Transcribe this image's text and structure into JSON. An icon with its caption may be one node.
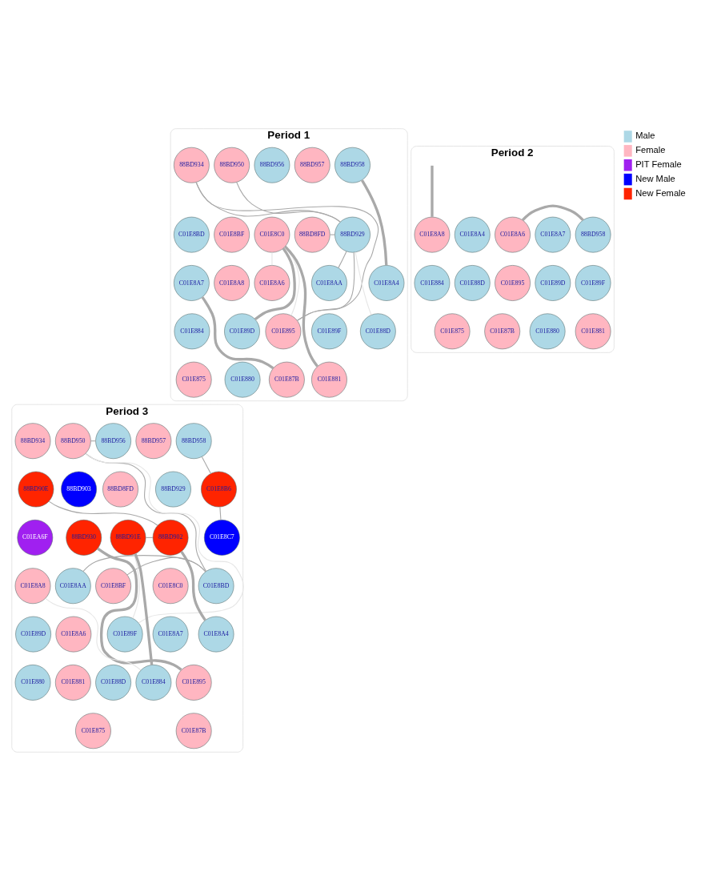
{
  "diagram": {
    "nodes": [
      {
        "text": [
          "Period 1"
        ]
      },
      {
        "text": [
          "88BD958"
        ],
        "in": 0
      },
      {
        "text": [
          "88BD957"
        ],
        "in": 0
      },
      {
        "text": [
          "88BD956"
        ],
        "in": 0
      },
      {
        "text": [
          "88BD950"
        ],
        "in": 0
      },
      {
        "text": [
          "88BD934"
        ],
        "in": 0
      },
      {
        "text": [
          "88BD929"
        ],
        "in": 0
      },
      {
        "text": [
          "88BD8FD"
        ],
        "in": 0
      },
      {
        "text": [
          "C01E8C0"
        ],
        "in": 0
      },
      {
        "text": [
          "C01E8BF"
        ],
        "in": 0
      },
      {
        "text": [
          "C01E8BD"
        ],
        "in": 0
      },
      {
        "text": [
          "C01E8AA"
        ],
        "in": 0
      },
      {
        "text": [
          "C01E8A8"
        ],
        "in": 0
      },
      {
        "text": [
          "C01E8A7"
        ],
        "in": 0
      },
      {
        "text": [
          "C01E8A6"
        ],
        "in": 0
      },
      {
        "text": [
          "C01E8A4"
        ],
        "in": 0
      },
      {
        "text": [
          "C01E89F"
        ],
        "in": 0
      },
      {
        "text": [
          "C01E89D"
        ],
        "in": 0
      },
      {
        "text": [
          "C01E895"
        ],
        "in": 0
      },
      {
        "text": [
          "C01E88D"
        ],
        "in": 0
      },
      {
        "text": [
          "C01E884"
        ],
        "in": 0
      },
      {
        "text": [
          "C01E881"
        ],
        "in": 0
      },
      {
        "text": [
          "C01E880"
        ],
        "in": 0
      },
      {
        "text": [
          "C01E87B"
        ],
        "in": 0
      },
      {
        "text": [
          "C01E875"
        ],
        "in": 0
      },
      {
        "text": [
          "Period 2"
        ]
      },
      {
        "text": [
          "88BD958"
        ],
        "in": 25
      },
      {
        "text": [
          "C01E8A8"
        ],
        "in": 25
      },
      {
        "text": [
          "C01E8A7"
        ],
        "in": 25
      },
      {
        "text": [
          "C01E8A6"
        ],
        "in": 25
      },
      {
        "text": [
          "C01E8A4"
        ],
        "in": 25
      },
      {
        "text": [
          "C01E89F"
        ],
        "in": 25
      },
      {
        "text": [
          "C01E89D"
        ],
        "in": 25
      },
      {
        "text": [
          "C01E895"
        ],
        "in": 25
      },
      {
        "text": [
          "C01E88D"
        ],
        "in": 25
      },
      {
        "text": [
          "C01E884"
        ],
        "in": 25
      },
      {
        "text": [
          "C01E881"
        ],
        "in": 25
      },
      {
        "text": [
          "C01E880"
        ],
        "in": 25
      },
      {
        "text": [
          "C01E87B"
        ],
        "in": 25
      },
      {
        "text": [
          "C01E875"
        ],
        "in": 25
      },
      {
        "text": [
          "Period 3"
        ]
      },
      {
        "text": [
          "88BD958"
        ],
        "in": 40
      },
      {
        "text": [
          "88BD957"
        ],
        "in": 40
      },
      {
        "text": [
          "88BD956"
        ],
        "in": 40
      },
      {
        "text": [
          "88BD950"
        ],
        "in": 40
      },
      {
        "text": [
          "88BD934"
        ],
        "in": 40
      },
      {
        "text": [
          "88BD929"
        ],
        "in": 40
      },
      {
        "text": [
          "88BD8FD"
        ],
        "in": 40
      },
      {
        "text": [
          "C01E8B6"
        ],
        "in": 40
      },
      {
        "text": [
          "88BD903"
        ],
        "in": 40
      },
      {
        "text": [
          "88BD90E"
        ],
        "in": 40
      },
      {
        "text": [
          "88BD902"
        ],
        "in": 40
      },
      {
        "text": [
          "88BD91E"
        ],
        "in": 40
      },
      {
        "text": [
          "C01E8C7"
        ],
        "in": 40
      },
      {
        "text": [
          "88BD930"
        ],
        "in": 40
      },
      {
        "text": [
          "C01EA6F"
        ],
        "in": 40
      },
      {
        "text": [
          "C01E8C0"
        ],
        "in": 40
      },
      {
        "text": [
          "C01E8BF"
        ],
        "in": 40
      },
      {
        "text": [
          "C01E8BD"
        ],
        "in": 40
      },
      {
        "text": [
          "C01E8AA"
        ],
        "in": 40
      },
      {
        "text": [
          "C01E8A8"
        ],
        "in": 40
      },
      {
        "text": [
          "C01E8A7"
        ],
        "in": 40
      },
      {
        "text": [
          "C01E8A6"
        ],
        "in": 40
      },
      {
        "text": [
          "C01E8A4"
        ],
        "in": 40
      },
      {
        "text": [
          "C01E89F"
        ],
        "in": 40
      },
      {
        "text": [
          "C01E89D"
        ],
        "in": 40
      },
      {
        "text": [
          "C01E895"
        ],
        "in": 40
      },
      {
        "text": [
          "C01E88D"
        ],
        "in": 40
      },
      {
        "text": [
          "C01E884"
        ],
        "in": 40
      },
      {
        "text": [
          "C01E881"
        ],
        "in": 40
      },
      {
        "text": [
          "C01E880"
        ],
        "in": 40
      },
      {
        "text": [
          "C01E87B"
        ],
        "in": 40
      },
      {
        "text": [
          "C01E875"
        ],
        "in": 40
      }
    ],
    "edges": [
      {
        "from": 23,
        "to": 13,
        "arrow": "none",
        "style": "thick"
      },
      {
        "from": 1,
        "to": 15,
        "arrow": "none",
        "style": "thick"
      },
      {
        "from": 21,
        "to": 8,
        "arrow": "none",
        "style": "thick"
      },
      {
        "from": 17,
        "to": 8,
        "arrow": "none",
        "style": "thick"
      },
      {
        "from": 6,
        "to": 18,
        "arrow": "none"
      },
      {
        "from": 5,
        "to": 18,
        "arrow": "none"
      },
      {
        "from": 6,
        "to": 11,
        "arrow": "none"
      },
      {
        "from": 4,
        "to": 6,
        "arrow": "none"
      },
      {
        "from": 5,
        "to": 6,
        "arrow": "none"
      },
      {
        "from": 6,
        "to": 7,
        "arrow": "none"
      },
      {
        "from": 19,
        "to": 6,
        "arrow": "none",
        "color": "#e6e6e6"
      },
      {
        "from": 18,
        "to": 8,
        "arrow": "none",
        "color": "#e6e6e6"
      },
      {
        "from": 8,
        "to": 14,
        "arrow": "none",
        "color": "#e6e6e6"
      },
      {
        "from": 26,
        "to": 29,
        "arrow": "none",
        "style": "thick"
      },
      {
        "from": null,
        "to": 27,
        "arrow": "none",
        "style": "thick"
      },
      {
        "from": 68,
        "to": 52,
        "arrow": "none",
        "style": "thick"
      },
      {
        "from": 66,
        "to": 54,
        "arrow": "none",
        "style": "thick"
      },
      {
        "from": 63,
        "to": 51,
        "arrow": "none",
        "style": "thick"
      },
      {
        "from": 41,
        "to": 48,
        "arrow": "none"
      },
      {
        "from": 43,
        "to": 44,
        "arrow": "none"
      },
      {
        "from": 44,
        "to": 64,
        "arrow": "none",
        "color": "#e6e6e6"
      },
      {
        "from": 44,
        "to": 58,
        "arrow": "none"
      },
      {
        "from": 68,
        "to": 60,
        "arrow": "none",
        "color": "#e6e6e6"
      },
      {
        "from": 64,
        "to": 52,
        "arrow": "none",
        "color": "#e6e6e6"
      },
      {
        "from": 48,
        "to": 53,
        "arrow": "none"
      },
      {
        "from": 50,
        "to": 51,
        "arrow": "none"
      },
      {
        "from": 51,
        "to": 52,
        "arrow": "none"
      },
      {
        "from": 59,
        "to": 58,
        "arrow": "none"
      },
      {
        "from": 58,
        "to": 57,
        "arrow": "none"
      }
    ],
    "legend": [
      {
        "text": "Male",
        "color": "#add8e6"
      },
      {
        "text": "Female",
        "color": "#ffb6c1"
      },
      {
        "text": "PIT Female",
        "color": "#a020f0"
      },
      {
        "text": "New Male",
        "color": "#0000ff"
      },
      {
        "text": "New Female",
        "color": "#ff2400"
      }
    ]
  }
}
